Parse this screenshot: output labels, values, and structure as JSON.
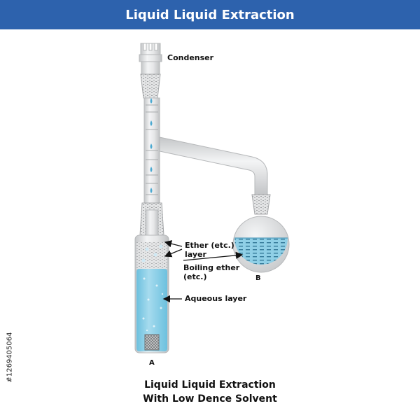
{
  "header": {
    "title": "Liquid Liquid Extraction"
  },
  "labels": {
    "condenser": "Condenser",
    "ether_layer_1": "Ether (etc.)",
    "ether_layer_2": "layer",
    "boiling_ether_1": "Boiling ether",
    "boiling_ether_2": "(etc.)",
    "aqueous_layer": "Aqueous layer",
    "vessel_a": "A",
    "vessel_b": "B"
  },
  "caption": {
    "line1": "Liquid Liquid Extraction",
    "line2": "With Low Dence Solvent"
  },
  "side_id": "#1269405064",
  "colors": {
    "banner": "#2d62ad",
    "glass": "#d9dadb",
    "glass_edge": "#b6b8ba",
    "water": "#8fcfe6",
    "water_dark": "#5eb6d6",
    "text": "#111111"
  }
}
